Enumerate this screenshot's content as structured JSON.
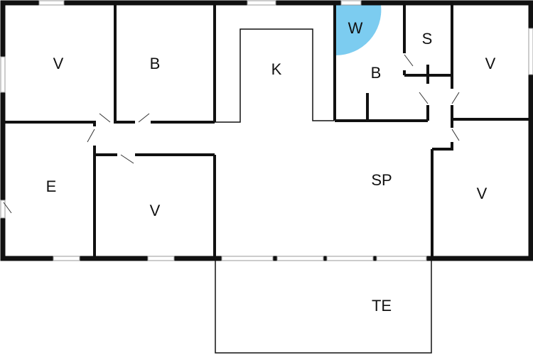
{
  "rooms": [
    {
      "id": "v1",
      "label": "V"
    },
    {
      "id": "b1",
      "label": "B"
    },
    {
      "id": "k",
      "label": "K"
    },
    {
      "id": "w",
      "label": "W"
    },
    {
      "id": "s",
      "label": "S"
    },
    {
      "id": "b2",
      "label": "B"
    },
    {
      "id": "v2",
      "label": "V"
    },
    {
      "id": "e",
      "label": "E"
    },
    {
      "id": "v3",
      "label": "V"
    },
    {
      "id": "sp",
      "label": "SP"
    },
    {
      "id": "v4",
      "label": "V"
    },
    {
      "id": "te",
      "label": "TE"
    }
  ],
  "colors": {
    "wall": "#111111",
    "whirlpool": "#7cccf0"
  }
}
